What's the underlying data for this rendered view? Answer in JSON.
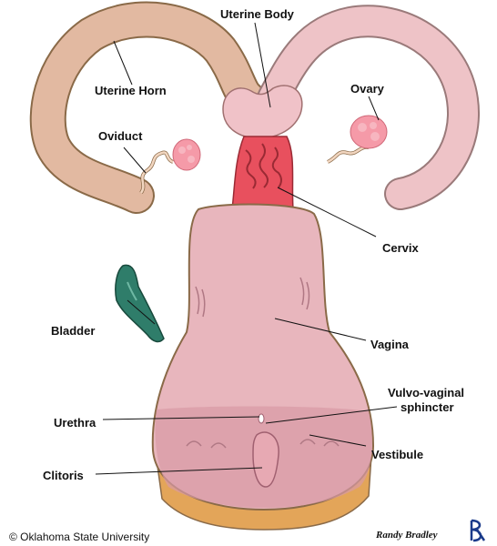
{
  "labels": {
    "uterine_body": "Uterine Body",
    "uterine_horn": "Uterine Horn",
    "ovary": "Ovary",
    "oviduct": "Oviduct",
    "cervix": "Cervix",
    "bladder": "Bladder",
    "vagina": "Vagina",
    "vulvo_vaginal_line1": "Vulvo-vaginal",
    "vulvo_vaginal_line2": "sphincter",
    "urethra": "Urethra",
    "vestibule": "Vestibule",
    "clitoris": "Clitoris"
  },
  "footer": {
    "copyright": "©  Oklahoma State University",
    "artist": "Randy Bradley",
    "logo": "RB"
  },
  "colors": {
    "horn_left": "#e2b9a1",
    "horn_right": "#eec3c7",
    "uterine_body": "#f0c2c8",
    "ovary": "#f59aa8",
    "cervix": "#e8505e",
    "vagina": "#e8b6bd",
    "vestibule_base": "#e3a559",
    "bladder": "#2f7d6a",
    "outline": "#8a6a48"
  }
}
